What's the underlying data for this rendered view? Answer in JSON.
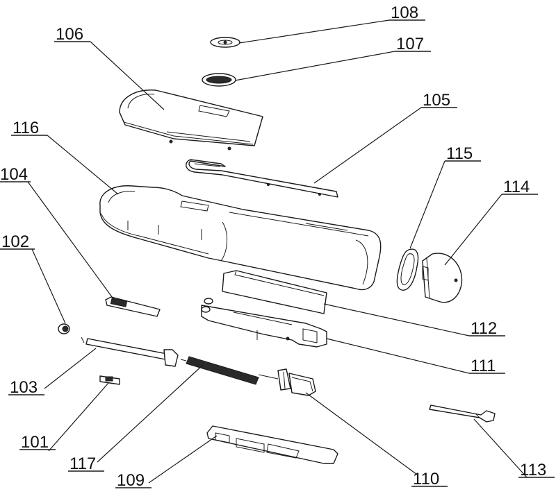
{
  "callouts": {
    "c101": "101",
    "c102": "102",
    "c103": "103",
    "c104": "104",
    "c105": "105",
    "c106": "106",
    "c107": "107",
    "c108": "108",
    "c109": "109",
    "c110": "110",
    "c111": "111",
    "c112": "112",
    "c113": "113",
    "c114": "114",
    "c115": "115",
    "c116": "116",
    "c117": "117"
  },
  "colors": {
    "line": "#1a1a1a",
    "background": "#ffffff"
  }
}
